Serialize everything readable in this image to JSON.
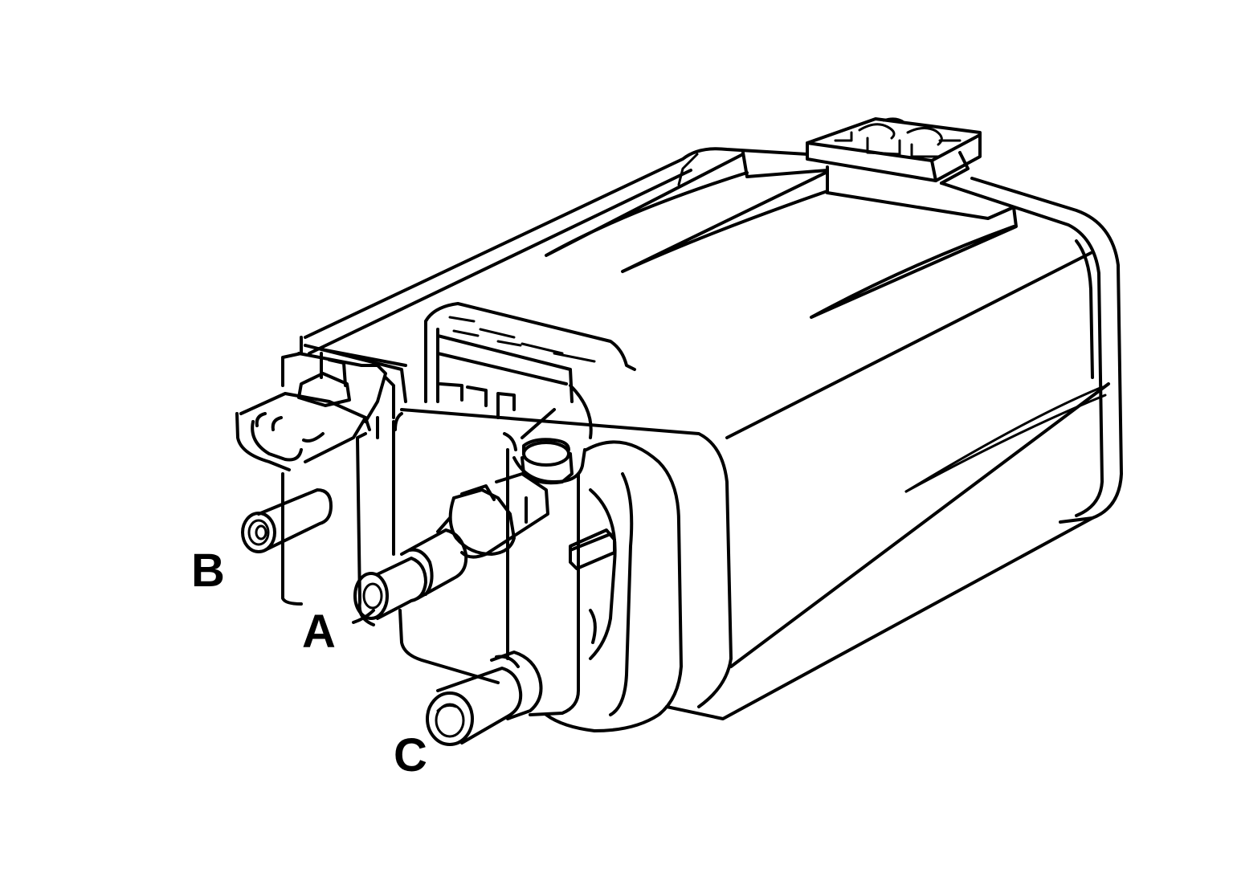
{
  "callouts": {
    "a": "A",
    "b": "B",
    "c": "C"
  },
  "colors": {
    "line": "#000000",
    "background": "#ffffff"
  }
}
